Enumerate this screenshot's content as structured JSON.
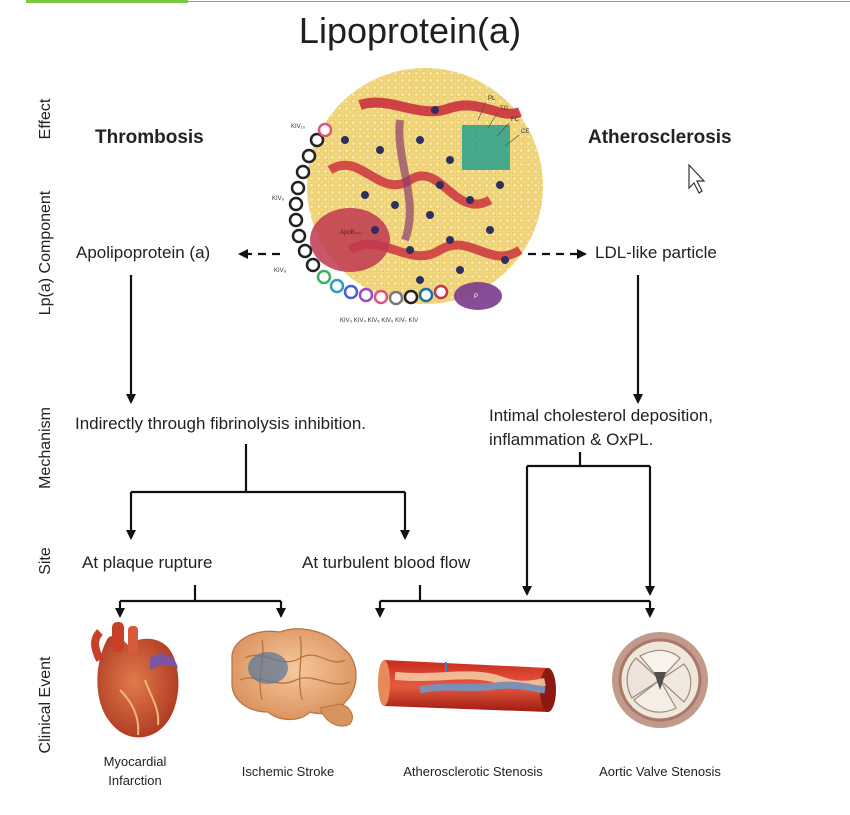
{
  "title": "Lipoprotein(a)",
  "row_labels": {
    "effect": "Effect",
    "component": "Lp(a) Component",
    "mechanism": "Mechanism",
    "site": "Site",
    "clinical_event": "Clinical Event"
  },
  "effects": {
    "left": "Thrombosis",
    "right": "Atherosclerosis"
  },
  "components": {
    "left": "Apolipoprotein (a)",
    "right": "LDL-like particle"
  },
  "mechanisms": {
    "left": "Indirectly through fibrinolysis inhibition.",
    "right_line1": "Intimal cholesterol deposition,",
    "right_line2": "inflammation & OxPL."
  },
  "sites": {
    "left": "At plaque rupture",
    "right": "At turbulent blood flow"
  },
  "events": {
    "mi_line1": "Myocardial",
    "mi_line2": "Infarction",
    "stroke": "Ischemic Stroke",
    "stenosis": "Atherosclerotic Stenosis",
    "valve": "Aortic Valve Stenosis"
  },
  "particle_labels": {
    "kiv_top": "KIV₁₀",
    "kiv_mid": "KIV₉",
    "kiv_low": "KIV₈",
    "apob": "ApoB₁₀₀",
    "bottom_row": "KIV₃ KIV₄ KIV₅ KIV₆ KIV₇ KIV",
    "pl": "PL",
    "tg": "TG",
    "fc": "FC",
    "ce": "CE",
    "p": "P"
  }
}
